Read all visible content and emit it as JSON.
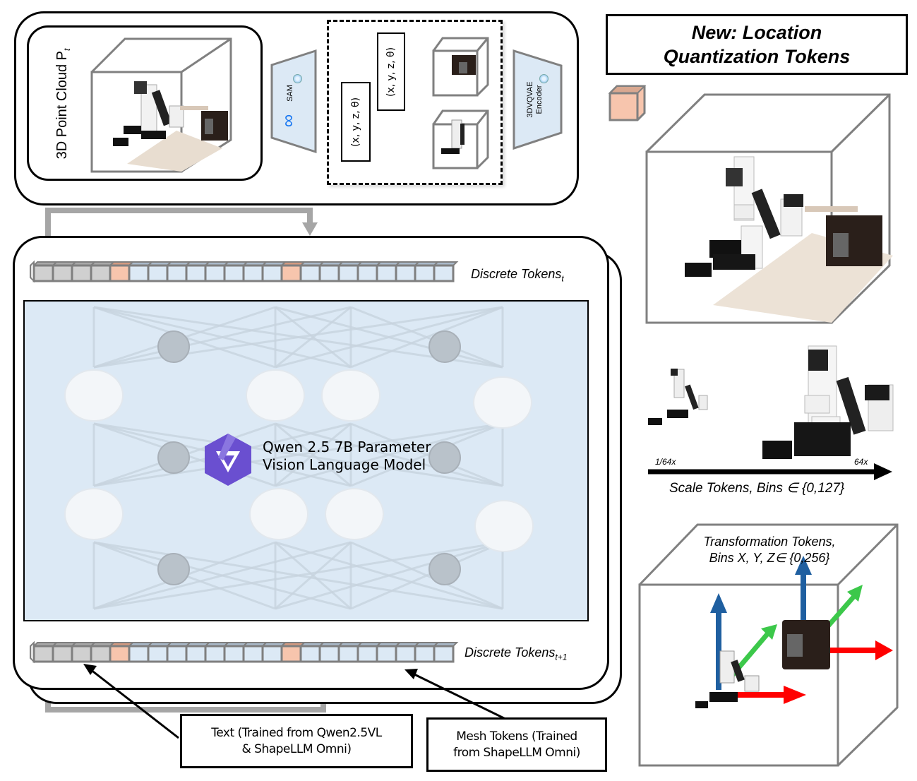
{
  "input_panel": {
    "point_cloud_label": "3D Point Cloud  P",
    "point_cloud_subscript": "t",
    "segmenter": {
      "name": "SAM",
      "icon": "meta-infinity-icon"
    },
    "coord_tokens": [
      "(x, y, z, θ)",
      "(x, y, z, θ)"
    ],
    "encoder": {
      "line1": "3DVQVAE",
      "line2": "Encoder",
      "icon": "frozen-snowflake-icon"
    }
  },
  "model_panel": {
    "input_tokens_label": "Discrete Tokens",
    "input_tokens_subscript": "t",
    "output_tokens_label": "Discrete Tokens",
    "output_tokens_subscript": "t+1",
    "token_sequence": [
      "text",
      "text",
      "text",
      "text",
      "loc",
      "mesh",
      "mesh",
      "mesh",
      "mesh",
      "mesh",
      "mesh",
      "mesh",
      "mesh",
      "loc",
      "mesh",
      "mesh",
      "mesh",
      "mesh",
      "mesh",
      "mesh",
      "mesh",
      "mesh"
    ],
    "model_name_line1": "Qwen 2.5 7B Parameter",
    "model_name_line2": "Vision Language Model",
    "model_icon": "qwen-logo-icon"
  },
  "callouts": {
    "text_tokens": {
      "line1": "Text (Trained from Qwen2.5VL",
      "line2": "& ShapeLLM Omni)"
    },
    "mesh_tokens": {
      "line1": "Mesh Tokens (Trained",
      "line2": "from ShapeLLM Omni)"
    }
  },
  "location_panel": {
    "title_line1": "New: Location",
    "title_line2": "Quantization Tokens",
    "scale_min_label": "1/64x",
    "scale_max_label": "64x",
    "scale_caption": "Scale Tokens, Bins ∈ {0,127}",
    "transform_caption_line1": "Transformation Tokens,",
    "transform_caption_line2": "Bins X, Y, Z∈ {0,256}"
  },
  "colors": {
    "text_token": "#d0d0d0",
    "loc_token": "#f7c5ad",
    "mesh_token": "#dce9f5",
    "token_border": "#7f7f7f",
    "model_bg": "#dce9f5",
    "frozen_trap": "#dce9f5",
    "axis_x": "#ff0000",
    "axis_y": "#3cc84a",
    "axis_z": "#1f5fa0",
    "qwen_purple": "#6a4fd0",
    "meta_blue": "#1877f2"
  }
}
